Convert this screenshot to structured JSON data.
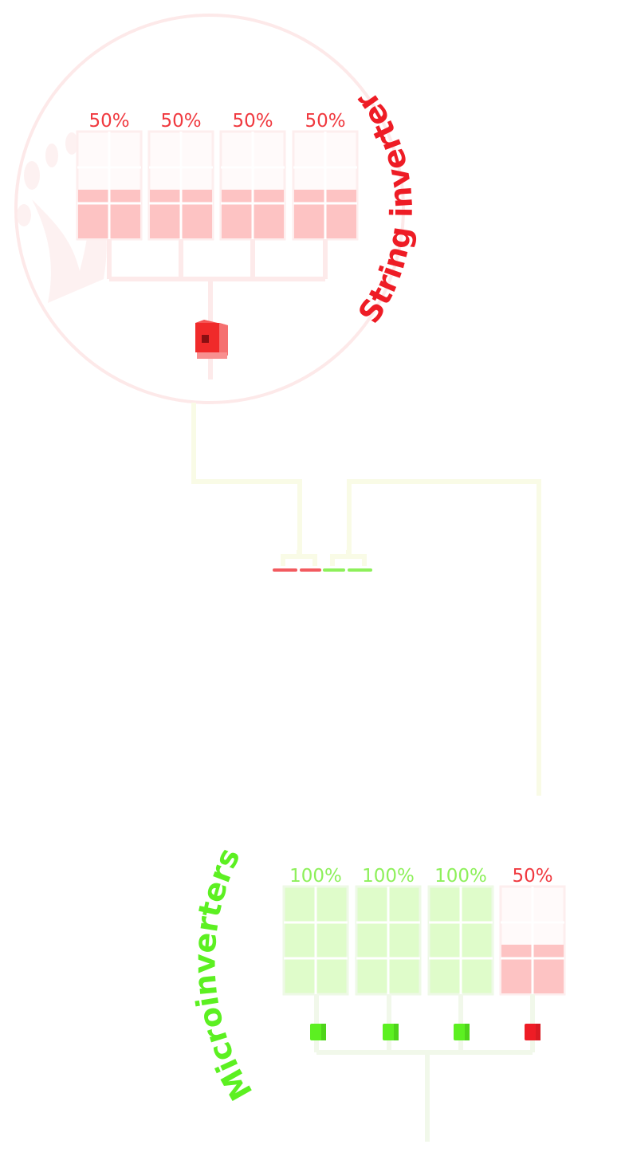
{
  "string_inverter": {
    "title": "String inverter",
    "panels": [
      {
        "label": "50%",
        "output": 0.5,
        "status": "reduced"
      },
      {
        "label": "50%",
        "output": 0.5,
        "status": "reduced"
      },
      {
        "label": "50%",
        "output": 0.5,
        "status": "reduced"
      },
      {
        "label": "50%",
        "output": 0.5,
        "status": "reduced"
      }
    ],
    "inverter_icon": "string-inverter-box-icon"
  },
  "microinverters": {
    "title": "Microinverters",
    "panels": [
      {
        "label": "100%",
        "output": 1.0,
        "status": "full"
      },
      {
        "label": "100%",
        "output": 1.0,
        "status": "full"
      },
      {
        "label": "100%",
        "output": 1.0,
        "status": "full"
      },
      {
        "label": "50%",
        "output": 0.5,
        "status": "reduced"
      }
    ],
    "inverter_icon": "microinverter-box-icon"
  },
  "colors": {
    "red": "#ee1c25",
    "red_label": "#f0393f",
    "red_fill": "#fdc3c3",
    "green": "#5cf021",
    "green_label": "#8df05a",
    "green_fill": "#dffcca",
    "pale_red": "#fde9e9",
    "wire_yellow": "#f9fbe6",
    "wire_green": "#f1f8ea"
  }
}
